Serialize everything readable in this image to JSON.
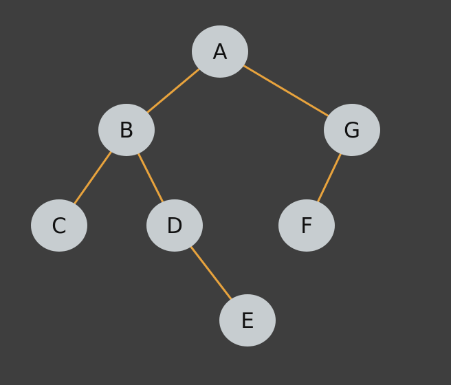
{
  "colors": {
    "background": "#3e3e3e",
    "edge": "#e8a33d",
    "node_fill": "#c7cdd0",
    "node_text": "#111111"
  },
  "tree": {
    "nodes": [
      {
        "id": "A",
        "label": "A"
      },
      {
        "id": "B",
        "label": "B"
      },
      {
        "id": "G",
        "label": "G"
      },
      {
        "id": "C",
        "label": "C"
      },
      {
        "id": "D",
        "label": "D"
      },
      {
        "id": "F",
        "label": "F"
      },
      {
        "id": "E",
        "label": "E"
      }
    ],
    "edges": [
      [
        "A",
        "B"
      ],
      [
        "A",
        "G"
      ],
      [
        "B",
        "C"
      ],
      [
        "B",
        "D"
      ],
      [
        "G",
        "F"
      ],
      [
        "D",
        "E"
      ]
    ]
  }
}
